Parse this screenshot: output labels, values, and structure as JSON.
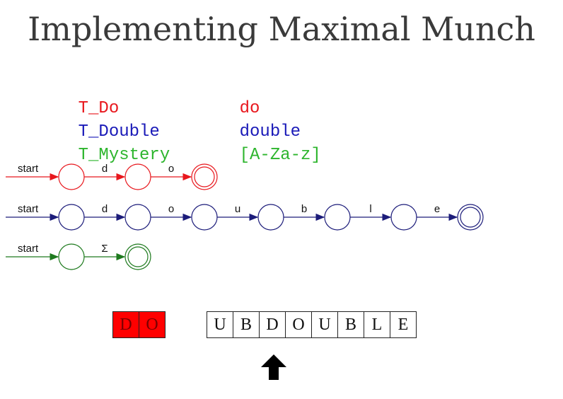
{
  "title": "Implementing Maximal Munch",
  "definitions": [
    {
      "name": "T_Do",
      "regex": "do",
      "color": "#e8171d"
    },
    {
      "name": "T_Double",
      "regex": "double",
      "color": "#1a1ab8"
    },
    {
      "name": "T_Mystery",
      "regex": "[A-Za-z]",
      "color": "#2db52d"
    }
  ],
  "automata": [
    {
      "start_label": "start",
      "color": "#e8171d",
      "transitions": [
        "d",
        "o"
      ]
    },
    {
      "start_label": "start",
      "color": "#1c1c7a",
      "transitions": [
        "d",
        "o",
        "u",
        "b",
        "l",
        "e"
      ]
    },
    {
      "start_label": "start",
      "color": "#1e7a1e",
      "transitions": [
        "Σ"
      ]
    }
  ],
  "matched_buffer": [
    "D",
    "O"
  ],
  "input_buffer": [
    "U",
    "B",
    "D",
    "O",
    "U",
    "B",
    "L",
    "E"
  ],
  "pointer_index": 2
}
